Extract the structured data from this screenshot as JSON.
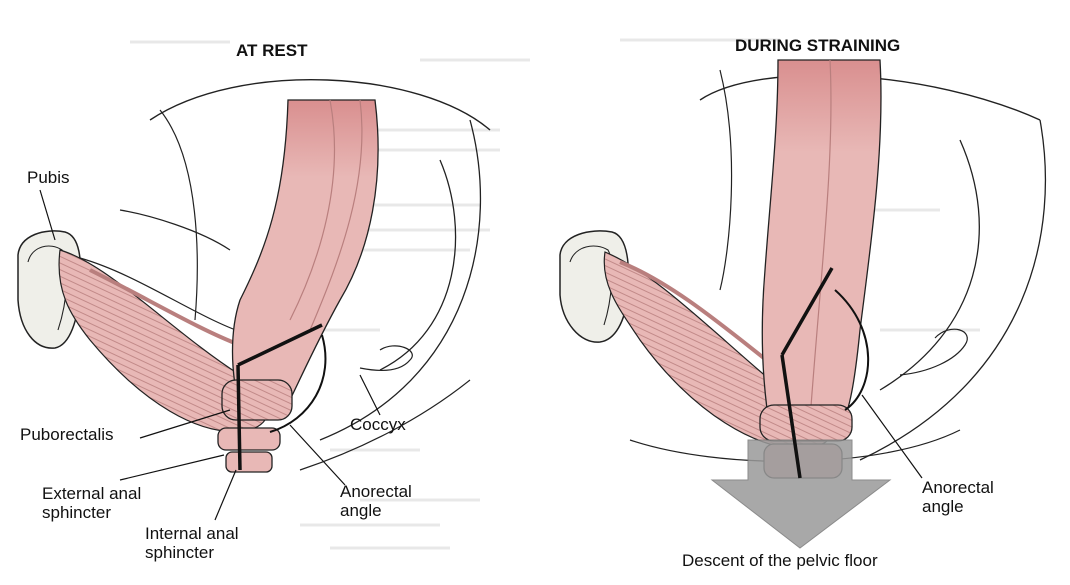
{
  "panels": {
    "left": {
      "title": "AT REST"
    },
    "right": {
      "title": "DURING STRAINING"
    }
  },
  "labels": {
    "pubis": "Pubis",
    "puborectalis": "Puborectalis",
    "coccyx": "Coccyx",
    "external_anal_sphincter": "External anal\nsphincter",
    "internal_anal_sphincter": "Internal anal\nsphincter",
    "anorectal_angle_left": "Anorectal\nangle",
    "anorectal_angle_right": "Anorectal\nangle",
    "descent_caption": "Descent of the pelvic floor"
  },
  "colors": {
    "muscle": "#e8b8b6",
    "muscle_dark": "#b97f7e",
    "rectum_top": "#d98f8f",
    "outline": "#222222",
    "bone": "#efefe9",
    "arrow": "#9a9a9a",
    "paper_text": "#c9c9c9"
  }
}
